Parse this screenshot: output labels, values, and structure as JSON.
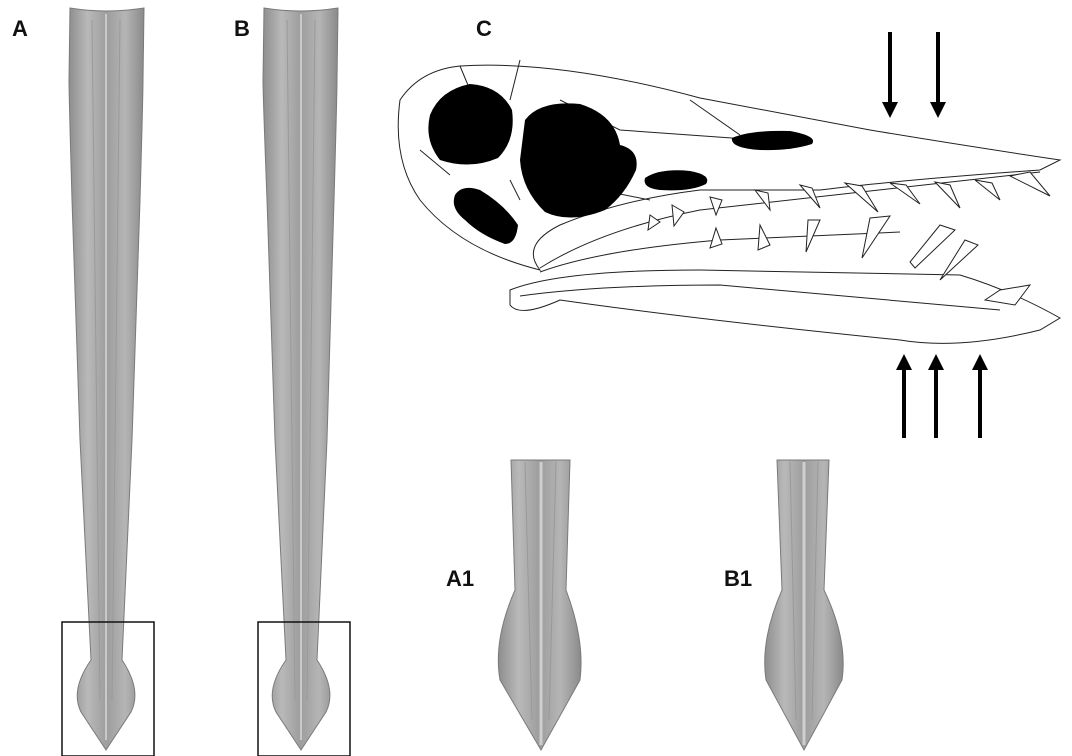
{
  "figure": {
    "panels": [
      {
        "id": "A",
        "label": "A"
      },
      {
        "id": "B",
        "label": "B"
      },
      {
        "id": "C",
        "label": "C"
      },
      {
        "id": "A1",
        "label": "A1"
      },
      {
        "id": "B1",
        "label": "B1"
      }
    ],
    "colors": {
      "background": "#ffffff",
      "tooth_fill": "#a9a9a9",
      "tooth_shade": "#8c8c8c",
      "skull_outline": "#222222",
      "fenestra_fill": "#000000",
      "arrow": "#000000"
    },
    "arrows": {
      "downward_count": 2,
      "upward_count": 3
    }
  }
}
